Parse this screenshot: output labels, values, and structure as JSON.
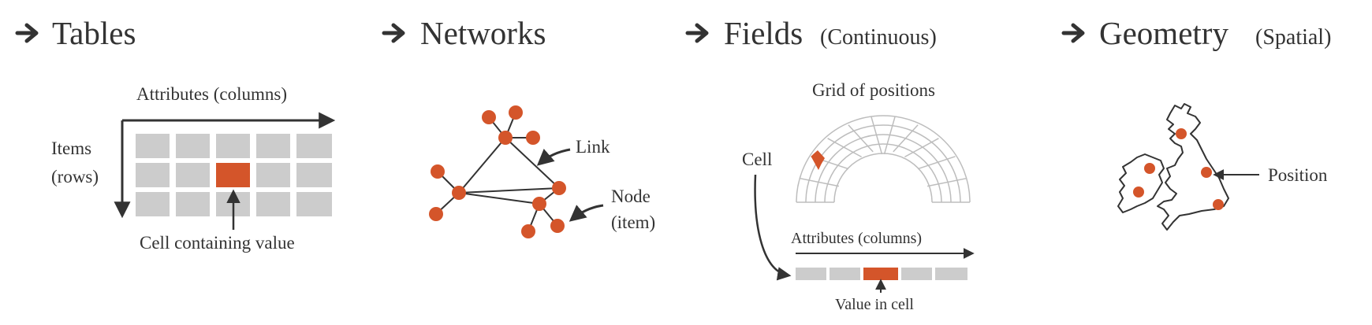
{
  "colors": {
    "accent": "#d4552a",
    "cell_gray": "#cccccc",
    "text": "#333333",
    "grid_line": "#bdbdbd"
  },
  "panels": {
    "tables": {
      "title": "Tables",
      "attributes_label": "Attributes (columns)",
      "items_label_line1": "Items",
      "items_label_line2": "(rows)",
      "cell_label": "Cell containing value"
    },
    "networks": {
      "title": "Networks",
      "link_label": "Link",
      "node_label_line1": "Node",
      "node_label_line2": "(item)"
    },
    "fields": {
      "title": "Fields",
      "subtitle": "(Continuous)",
      "grid_label": "Grid of positions",
      "cell_label": "Cell",
      "attributes_label": "Attributes (columns)",
      "value_label": "Value in cell"
    },
    "geometry": {
      "title": "Geometry",
      "subtitle": "(Spatial)",
      "position_label": "Position"
    }
  }
}
